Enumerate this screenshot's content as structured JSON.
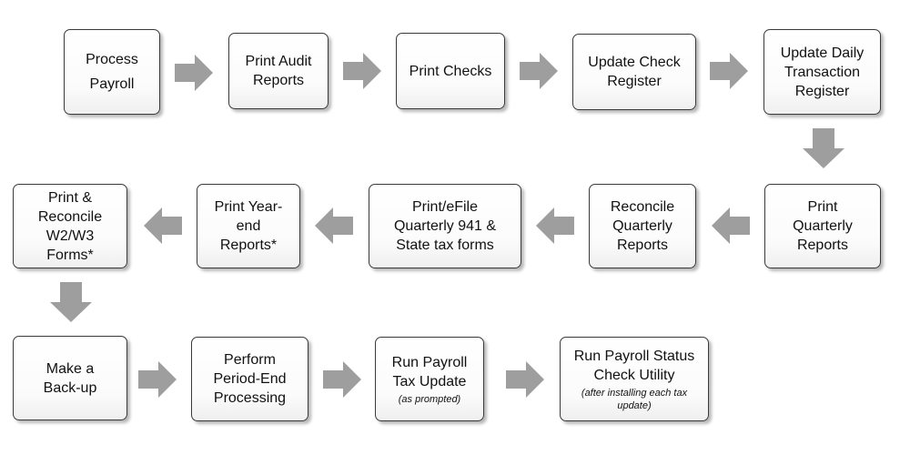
{
  "colors": {
    "arrow": "#9e9e9e",
    "box_border": "#3a3a3a",
    "text": "#111111"
  },
  "icons": {
    "arrow": "block-arrow-icon"
  },
  "steps": [
    {
      "label": "Process\nPayroll"
    },
    {
      "label": "Print Audit\nReports"
    },
    {
      "label": "Print Checks"
    },
    {
      "label": "Update Check\nRegister"
    },
    {
      "label": "Update Daily\nTransaction\nRegister"
    },
    {
      "label": "Print\nQuarterly\nReports"
    },
    {
      "label": "Reconcile\nQuarterly\nReports"
    },
    {
      "label": "Print/eFile\nQuarterly 941 &\nState tax forms"
    },
    {
      "label": "Print Year-\nend\nReports*"
    },
    {
      "label": "Print &\nReconcile\nW2/W3\nForms*"
    },
    {
      "label": "Make a\nBack-up"
    },
    {
      "label": "Perform\nPeriod-End\nProcessing"
    },
    {
      "label": "Run Payroll\nTax Update",
      "note": "(as prompted)"
    },
    {
      "label": "Run Payroll Status\nCheck Utility",
      "note": "(after installing each tax\nupdate)"
    }
  ]
}
